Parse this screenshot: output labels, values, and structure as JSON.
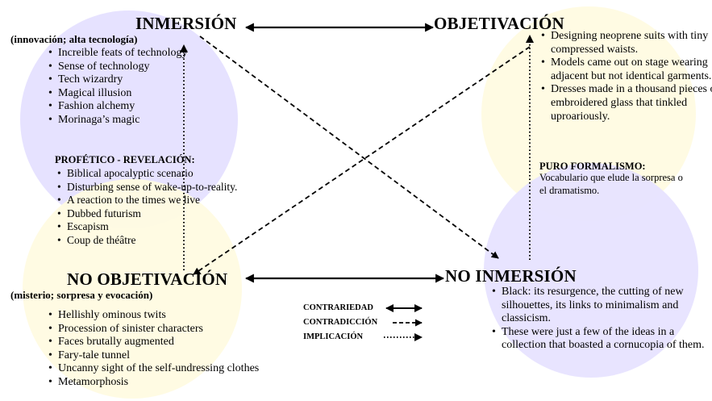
{
  "quadrants": {
    "top_left": {
      "title": "INMERSIÓN",
      "subtitle": "(innovación; alta tecnología)",
      "items": [
        "Increible feats of technology",
        "Sense of technology",
        "Tech wizardry",
        "Magical illusion",
        "Fashion alchemy",
        "Morinaga’s magic"
      ],
      "section_title": "PROFÉTICO - REVELACIÓN:",
      "section_items": [
        "Biblical apocalyptic scenario",
        "Disturbing sense of wake-up-to-reality.",
        "A reaction to the times we live",
        "Dubbed futurism",
        "Escapism",
        "Coup de théâtre"
      ]
    },
    "top_right": {
      "title": "OBJETIVACIÓN",
      "items": [
        "Designing neoprene suits with tiny compressed waists.",
        "Models came out on stage wearing adjacent but not identical garments.",
        "Dresses made in a thousand pieces of embroidered glass that tinkled uproariously."
      ],
      "section_title": "PURO FORMALISMO:",
      "section_text": "Vocabulario que elude la sorpresa o el dramatismo."
    },
    "bottom_left": {
      "title": "NO OBJETIVACIÓN",
      "subtitle": "(misterio; sorpresa y evocación)",
      "items": [
        "Hellishly ominous twits",
        "Procession of sinister characters",
        "Faces brutally augmented",
        "Fary-tale tunnel",
        "Uncanny sight of the self-undressing clothes",
        "Metamorphosis"
      ]
    },
    "bottom_right": {
      "title": "NO INMERSIÓN",
      "items": [
        "Black: its resurgence, the cutting of new silhouettes, its links to minimalism and classicism.",
        "These were just a few of the ideas in a collection that boasted a cornucopia of them."
      ]
    }
  },
  "legend": {
    "contrariedad": "CONTRARIEDAD",
    "contradiccion": "CONTRADICCIÓN",
    "implicacion": "IMPLICACIÓN"
  },
  "colors": {
    "lavender": "#e5e0ff",
    "pale_yellow": "#fffbe2",
    "ink": "#000000"
  }
}
